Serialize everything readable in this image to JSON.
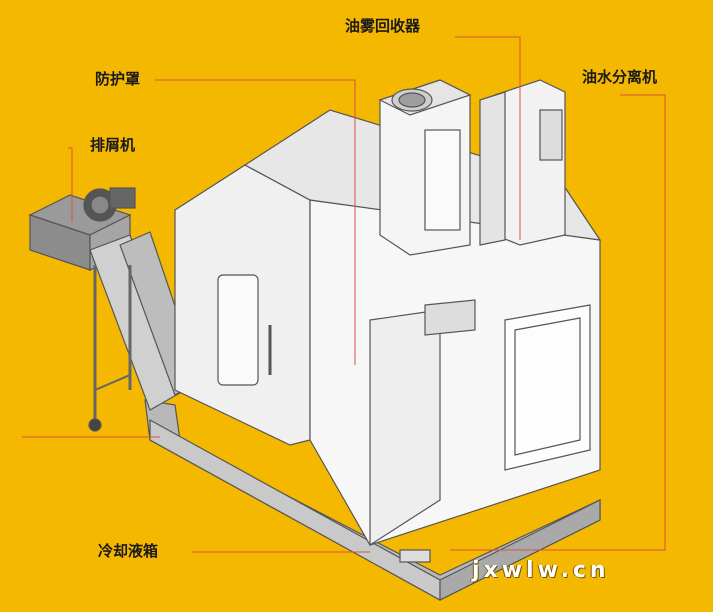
{
  "labels": {
    "oil_mist_collector": "油雾回收器",
    "guard": "防护罩",
    "oil_water_separator": "油水分离机",
    "chip_conveyor": "排屑机",
    "coolant_tank": "冷却液箱"
  },
  "watermark": "jxwlw.cn",
  "colors": {
    "background": "#F5B800",
    "callout_line": "#d9533b",
    "machine_fill": "#f4f4f4",
    "machine_stroke": "#555555"
  }
}
